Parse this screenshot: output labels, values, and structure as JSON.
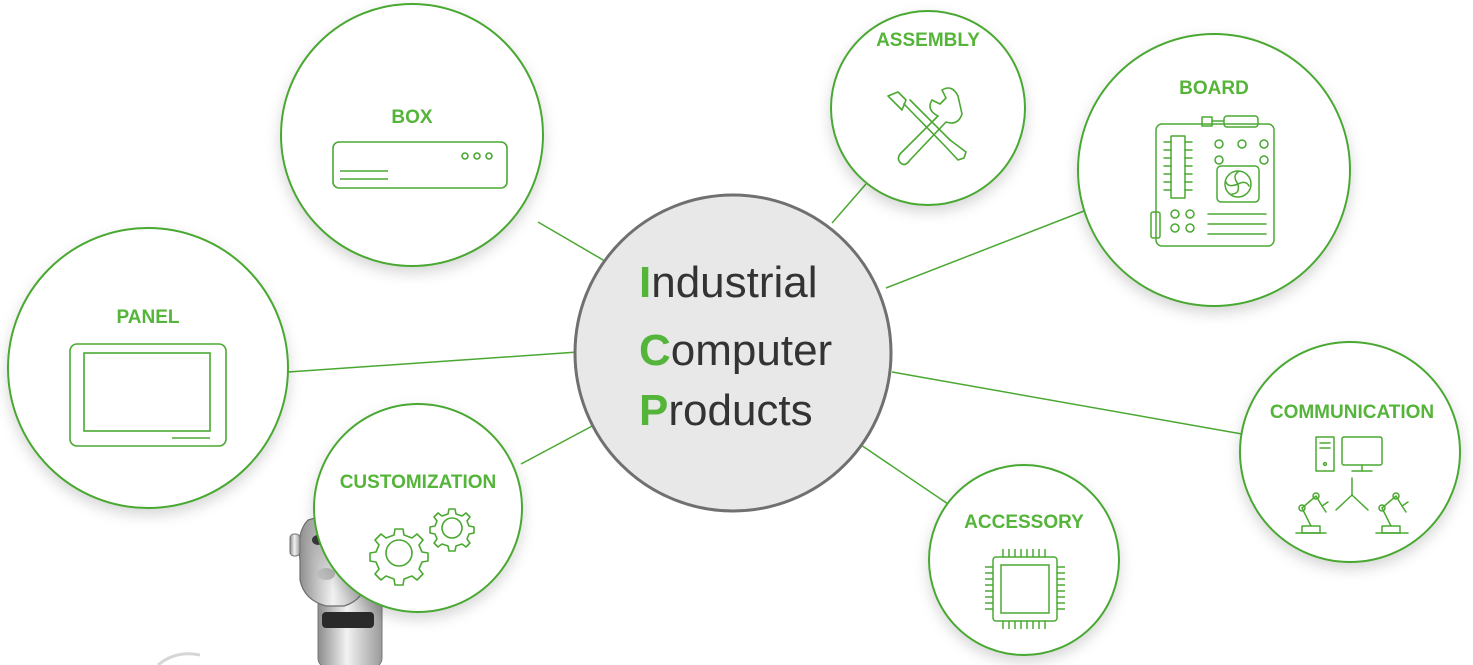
{
  "colors": {
    "accent": "#55b43a",
    "line": "#4aa832",
    "center_fill": "#e8e8e8",
    "center_stroke": "#707070",
    "center_text": "#333333"
  },
  "center": {
    "line1_initial": "I",
    "line1_rest": "ndustrial",
    "line2_initial": "C",
    "line2_rest": "omputer",
    "line3_initial": "P",
    "line3_rest": "roducts"
  },
  "nodes": {
    "box": {
      "label": "BOX",
      "icon": "server-box-icon"
    },
    "assembly": {
      "label": "ASSEMBLY",
      "icon": "tools-icon"
    },
    "board": {
      "label": "BOARD",
      "icon": "motherboard-icon"
    },
    "panel": {
      "label": "PANEL",
      "icon": "panel-display-icon"
    },
    "customization": {
      "label": "CUSTOMIZATION",
      "icon": "gears-icon"
    },
    "accessory": {
      "label": "ACCESSORY",
      "icon": "chip-icon"
    },
    "communication": {
      "label": "COMMUNICATION",
      "icon": "network-robots-icon"
    }
  },
  "decoration": {
    "icon": "robot-hand-icon"
  }
}
